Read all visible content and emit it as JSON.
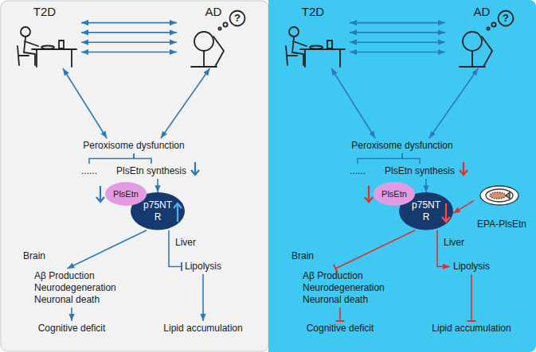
{
  "diagram": {
    "nodes": [
      {
        "text": [
          "T2D"
        ]
      },
      {
        "text": [
          "AD"
        ]
      },
      {
        "text": [
          "Peroxisome dysfunction"
        ]
      },
      {
        "text": [
          "......"
        ]
      },
      {
        "text": [
          "PlsEtn synthesis"
        ]
      },
      {
        "text": [
          "PlsEtn"
        ]
      },
      {
        "text": [
          "p75NT R"
        ]
      },
      {
        "text": [
          "Aβ Production",
          "Neurodegeneration",
          "Neuronal death"
        ]
      },
      {
        "text": [
          "Cognitive deficit"
        ]
      },
      {
        "text": [
          "Lipolysis"
        ]
      },
      {
        "text": [
          "Lipid accumulation"
        ]
      },
      {
        "text": [
          "T2D"
        ]
      },
      {
        "text": [
          "AD"
        ]
      },
      {
        "text": [
          "Peroxisome dysfunction"
        ]
      },
      {
        "text": [
          "......"
        ]
      },
      {
        "text": [
          "PlsEtn synthesis"
        ]
      },
      {
        "text": [
          "PlsEtn"
        ]
      },
      {
        "text": [
          "p75NT R"
        ]
      },
      {
        "text": [
          "Aβ Production",
          "Neurodegeneration",
          "Neuronal death"
        ]
      },
      {
        "text": [
          "Cognitive deficit"
        ]
      },
      {
        "text": [
          "Lipolysis"
        ]
      },
      {
        "text": [
          "Lipid accumulation"
        ]
      },
      {
        "text": [
          "EPA-PlsEtn"
        ]
      }
    ],
    "edges": [
      {
        "from": 0,
        "to": 1,
        "arrow": "both"
      },
      {
        "from": 0,
        "to": 1,
        "arrow": "both"
      },
      {
        "from": 0,
        "to": 1,
        "arrow": "both"
      },
      {
        "from": 0,
        "to": 1,
        "arrow": "both"
      },
      {
        "from": 0,
        "to": 2,
        "arrow": "both"
      },
      {
        "from": 1,
        "to": 2,
        "arrow": "both"
      },
      {
        "from": 2,
        "to": 3,
        "arrow": "none"
      },
      {
        "from": 2,
        "to": 4,
        "arrow": "none"
      },
      {
        "from": 4,
        "to": 6,
        "arrow": "to"
      },
      {
        "from": 6,
        "to": 7,
        "label": "Brain",
        "arrow": "to"
      },
      {
        "from": 6,
        "to": 9,
        "label": "Liver",
        "arrow": "to"
      },
      {
        "from": 7,
        "to": 8,
        "arrow": "to"
      },
      {
        "from": 9,
        "to": 10,
        "arrow": "to"
      },
      {
        "from": 11,
        "to": 12,
        "arrow": "both"
      },
      {
        "from": 11,
        "to": 12,
        "arrow": "both"
      },
      {
        "from": 11,
        "to": 12,
        "arrow": "both"
      },
      {
        "from": 11,
        "to": 12,
        "arrow": "both"
      },
      {
        "from": 11,
        "to": 13,
        "arrow": "both"
      },
      {
        "from": 12,
        "to": 13,
        "arrow": "both"
      },
      {
        "from": 13,
        "to": 14,
        "arrow": "none"
      },
      {
        "from": 13,
        "to": 15,
        "arrow": "none"
      },
      {
        "from": 15,
        "to": 17,
        "arrow": "to"
      },
      {
        "from": 17,
        "to": 18,
        "label": "Brain",
        "arrow": "to"
      },
      {
        "from": 17,
        "to": 20,
        "label": "Liver",
        "arrow": "to"
      },
      {
        "from": 18,
        "to": 19,
        "arrow": "to"
      },
      {
        "from": 20,
        "to": 21,
        "arrow": "to"
      },
      {
        "from": 22,
        "to": 17,
        "arrow": "to"
      }
    ],
    "labels": [
      "?",
      "?"
    ]
  }
}
